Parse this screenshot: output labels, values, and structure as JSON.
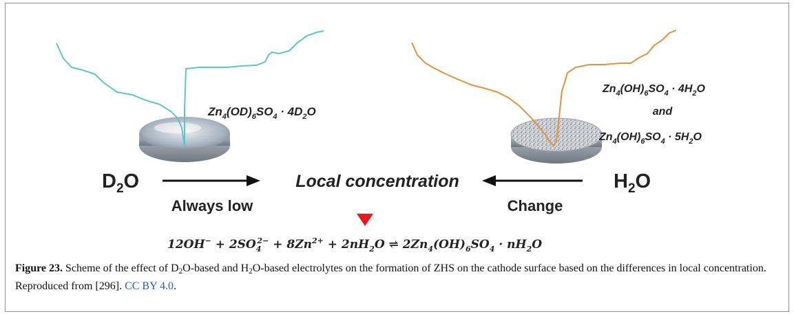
{
  "figure": {
    "left_solvent": {
      "base": "D",
      "sub": "2",
      "rest": "O"
    },
    "right_solvent": {
      "base": "H",
      "sub": "2",
      "rest": "O"
    },
    "center_label": "Local concentration",
    "left_note": "Always low",
    "right_note": "Change",
    "left_product": [
      "Zn",
      "4",
      "(OD)",
      "6",
      "SO",
      "4",
      " · 4D",
      "2",
      "O"
    ],
    "right_product_1": [
      "Zn",
      "4",
      "(OH)",
      "6",
      "SO",
      "4",
      " · 4H",
      "2",
      "O"
    ],
    "connector": "and",
    "right_product_2": [
      "Zn",
      "4",
      "(OH)",
      "6",
      "SO",
      "4",
      " · 5H",
      "2",
      "O"
    ],
    "equation": {
      "p1": "12OH",
      "p1sup": "−",
      "p2": " + 2SO",
      "p2sub": "4",
      "p2sup": "2−",
      "p3": " + 8Zn",
      "p3sup": "2+",
      "p4": " + 2nH",
      "p4sub": "2",
      "p5": "O  ⇌  2Zn",
      "p5sub": "4",
      "p6": "(OH)",
      "p6sub": "6",
      "p7": "SO",
      "p7sub": "4",
      "p8": " · nH",
      "p8sub": "2",
      "p9": "O"
    },
    "colors": {
      "left_curve": "#5cc6c0",
      "right_curve": "#e5913a",
      "marker": "#e8181e"
    }
  },
  "caption": {
    "label": "Figure 23.",
    "t1": " Scheme of the effect of D",
    "s1": "2",
    "t2": "O-based and H",
    "s2": "2",
    "t3": "O-based electrolytes on the formation of ZHS on the cathode surface based on the differences in local concentration. Reproduced from [296]. ",
    "license": "CC BY 4.0",
    "end": "."
  }
}
